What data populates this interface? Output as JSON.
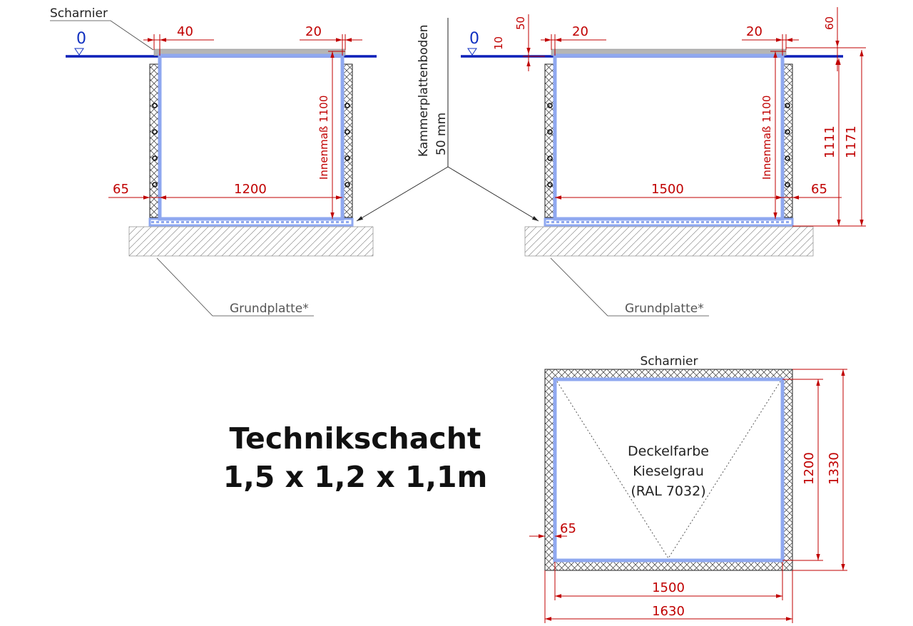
{
  "title": {
    "line1": "Technikschacht",
    "line2": "1,5 x 1,2 x 1,1m"
  },
  "labels": {
    "hinge_left": "Scharnier",
    "hinge_top_view": "Scharnier",
    "chamber_floor_line1": "Kammerplattenboden",
    "chamber_floor_line2": "50 mm",
    "base_plate_left": "Grundplatte*",
    "base_plate_right": "Grundplatte*",
    "level_left": "0",
    "level_right": "0",
    "lid_color_line1": "Deckelfarbe",
    "lid_color_line2": "Kieselgrau",
    "lid_color_line3": "(RAL 7032)"
  },
  "dimensions": {
    "left_section": {
      "lid_overhang_left": "40",
      "lid_overhang_right": "20",
      "wall": "65",
      "inner_width": "1200",
      "inner_height": "Innenmaß 1100"
    },
    "right_section": {
      "lid_thickness": "50",
      "lid_offset": "10",
      "lid_overhang_left": "20",
      "lid_overhang_right": "20",
      "top_offset": "60",
      "wall": "65",
      "inner_width": "1500",
      "inner_height": "Innenmaß 1100",
      "height_inner": "1111",
      "height_total": "1171"
    },
    "top_view": {
      "wall": "65",
      "inner_width": "1500",
      "outer_width": "1630",
      "inner_depth": "1200",
      "outer_depth": "1330"
    }
  },
  "colors": {
    "dimension": "#c00000",
    "frame": "#8fa8f0",
    "level_line": "#0a1fb8"
  }
}
